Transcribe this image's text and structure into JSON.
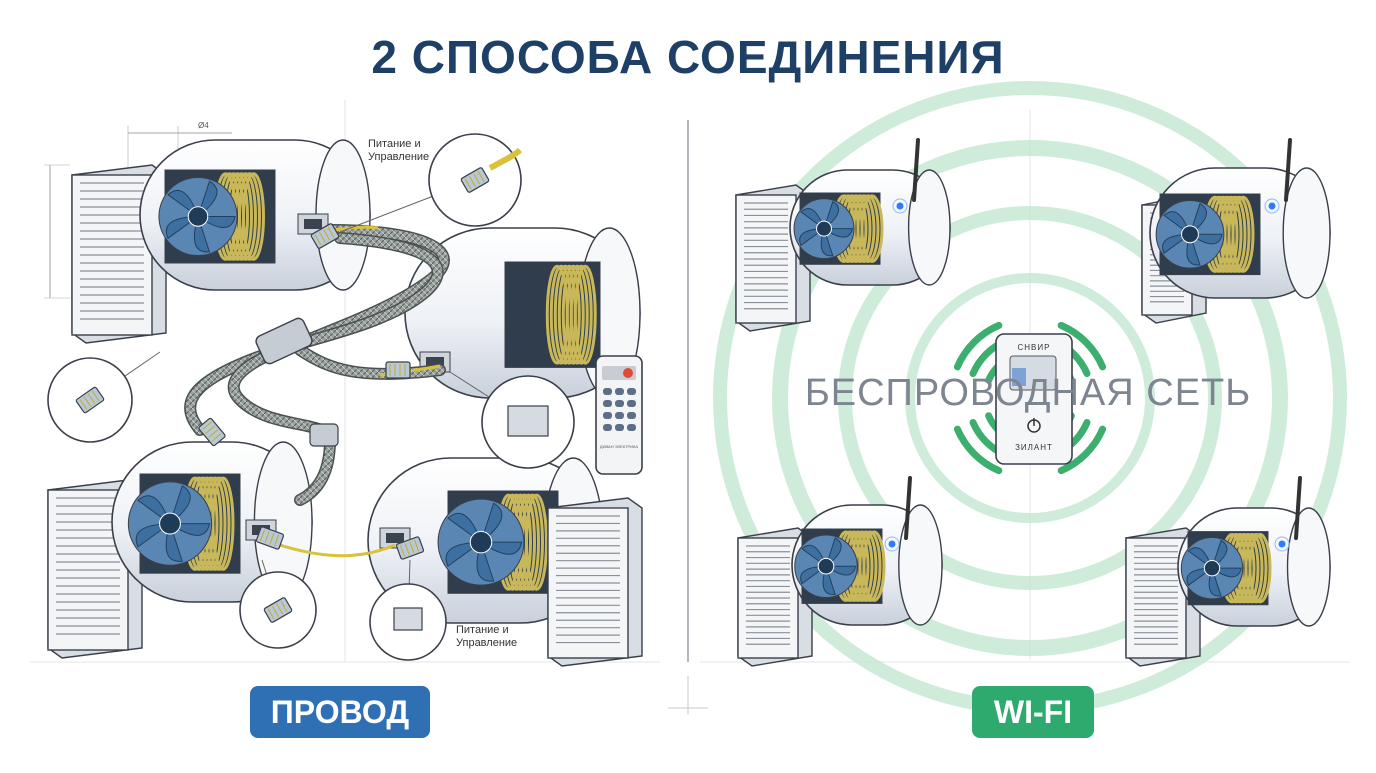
{
  "title": "2 СПОСОБА СОЕДИНЕНИЯ",
  "wired": {
    "label": "ПРОВОД",
    "label_color": "#2f6fb3",
    "callout_top": "Питание и\nУправление",
    "callout_bottom": "Питание и\nУправление",
    "dimension_mark": "Ø4",
    "remote_brand": "ДИВАН ЭЛЕКТРИКА"
  },
  "wireless": {
    "label": "WI-FI",
    "label_color": "#2faa6f",
    "network_label": "БЕСПРОВОДНАЯ СЕТЬ",
    "controller_top": "СНВИР",
    "controller_bottom": "ЗИЛАНТ"
  },
  "colors": {
    "title": "#1e3f66",
    "unit_body": "#eef1f6",
    "outline": "#3a3f4a",
    "fan_blue": "#3d6fa0",
    "coil": "#c9b85a",
    "cable": "#8a918f",
    "wave": "#bfe6cf",
    "wave_dark": "#3cae6e"
  },
  "icons": [
    "ventilation-unit-icon",
    "grille-icon",
    "rj45-plug-icon",
    "remote-control-icon",
    "wall-controller-icon",
    "wifi-signal-icon",
    "antenna-icon"
  ]
}
